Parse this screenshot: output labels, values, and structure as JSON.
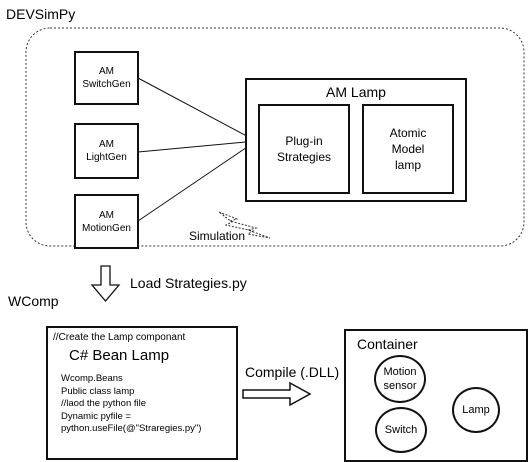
{
  "devsimpy": {
    "title": "DEVSimPy",
    "generators": [
      {
        "line1": "AM",
        "line2": "SwitchGen"
      },
      {
        "line1": "AM",
        "line2": "LightGen"
      },
      {
        "line1": "AM",
        "line2": "MotionGen"
      }
    ],
    "lamp_model": {
      "title": "AM Lamp",
      "plugin": {
        "line1": "Plug-in",
        "line2": "Strategies"
      },
      "atomic": {
        "line1": "Atomic",
        "line2": "Model",
        "line3": "lamp"
      }
    },
    "simulation_label": "Simulation"
  },
  "load_label": "Load Strategies.py",
  "wcomp": {
    "title": "WComp",
    "code_box": {
      "comment": "//Create the  Lamp componant",
      "heading": "C# Bean Lamp",
      "lines": [
        "Wcomp.Beans",
        "Public class lamp",
        "//laod the python file",
        "Dynamic pyfile =",
        "python.useFile(@\"Straregies.py\")"
      ]
    }
  },
  "compile_label": "Compile (.DLL)",
  "container": {
    "title": "Container",
    "motion": {
      "line1": "Motion",
      "line2": "sensor"
    },
    "switch_label": "Switch",
    "lamp_label": "Lamp"
  }
}
